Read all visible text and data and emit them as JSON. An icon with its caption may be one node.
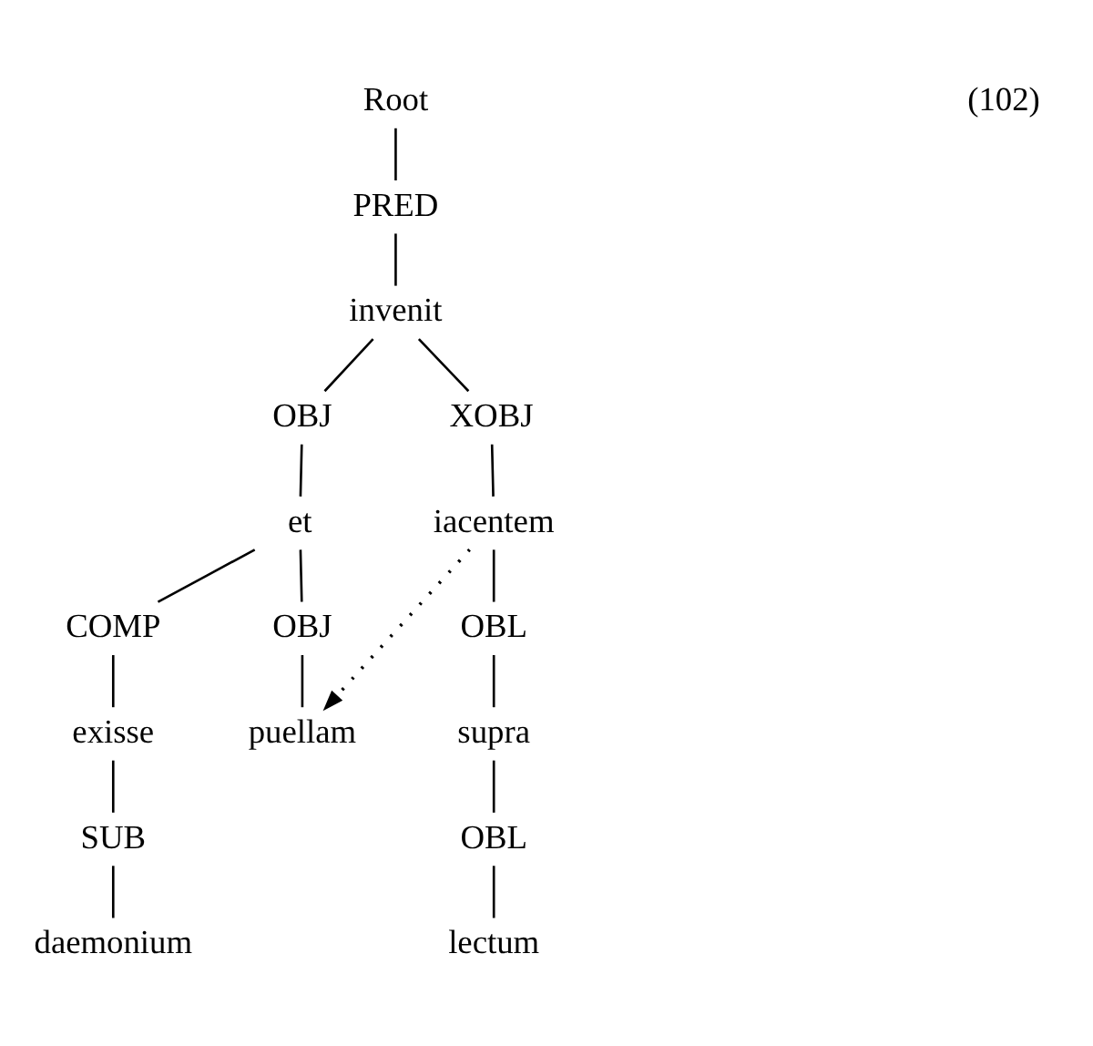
{
  "diagram": {
    "nodes": [
      {
        "text": [
          "Root"
        ]
      },
      {
        "text": [
          "PRED"
        ]
      },
      {
        "text": [
          "invenit"
        ]
      },
      {
        "text": [
          "OBJ"
        ]
      },
      {
        "text": [
          "XOBJ"
        ]
      },
      {
        "text": [
          "et"
        ]
      },
      {
        "text": [
          "iacentem"
        ]
      },
      {
        "text": [
          "COMP"
        ]
      },
      {
        "text": [
          "OBJ"
        ]
      },
      {
        "text": [
          "OBL"
        ]
      },
      {
        "text": [
          "exisse"
        ]
      },
      {
        "text": [
          "puellam"
        ]
      },
      {
        "text": [
          "supra"
        ]
      },
      {
        "text": [
          "SUB"
        ]
      },
      {
        "text": [
          "OBL"
        ]
      },
      {
        "text": [
          "daemonium"
        ]
      },
      {
        "text": [
          "lectum"
        ]
      }
    ],
    "edges": [
      {
        "from": 0,
        "to": 1,
        "arrow": "none"
      },
      {
        "from": 1,
        "to": 2,
        "arrow": "none"
      },
      {
        "from": 2,
        "to": 3,
        "arrow": "none"
      },
      {
        "from": 2,
        "to": 4,
        "arrow": "none"
      },
      {
        "from": 3,
        "to": 5,
        "arrow": "none"
      },
      {
        "from": 4,
        "to": 6,
        "arrow": "none"
      },
      {
        "from": 5,
        "to": 7,
        "arrow": "none"
      },
      {
        "from": 5,
        "to": 8,
        "arrow": "none"
      },
      {
        "from": 6,
        "to": 9,
        "arrow": "none"
      },
      {
        "from": 7,
        "to": 10,
        "arrow": "none"
      },
      {
        "from": 8,
        "to": 11,
        "arrow": "none"
      },
      {
        "from": 9,
        "to": 12,
        "arrow": "none"
      },
      {
        "from": 10,
        "to": 13,
        "arrow": "none"
      },
      {
        "from": 12,
        "to": 14,
        "arrow": "none"
      },
      {
        "from": 13,
        "to": 15,
        "arrow": "none"
      },
      {
        "from": 14,
        "to": 16,
        "arrow": "none"
      },
      {
        "from": 6,
        "to": 11,
        "arrow": "to",
        "style": "dashed"
      }
    ],
    "labels": [
      "(102)"
    ]
  }
}
